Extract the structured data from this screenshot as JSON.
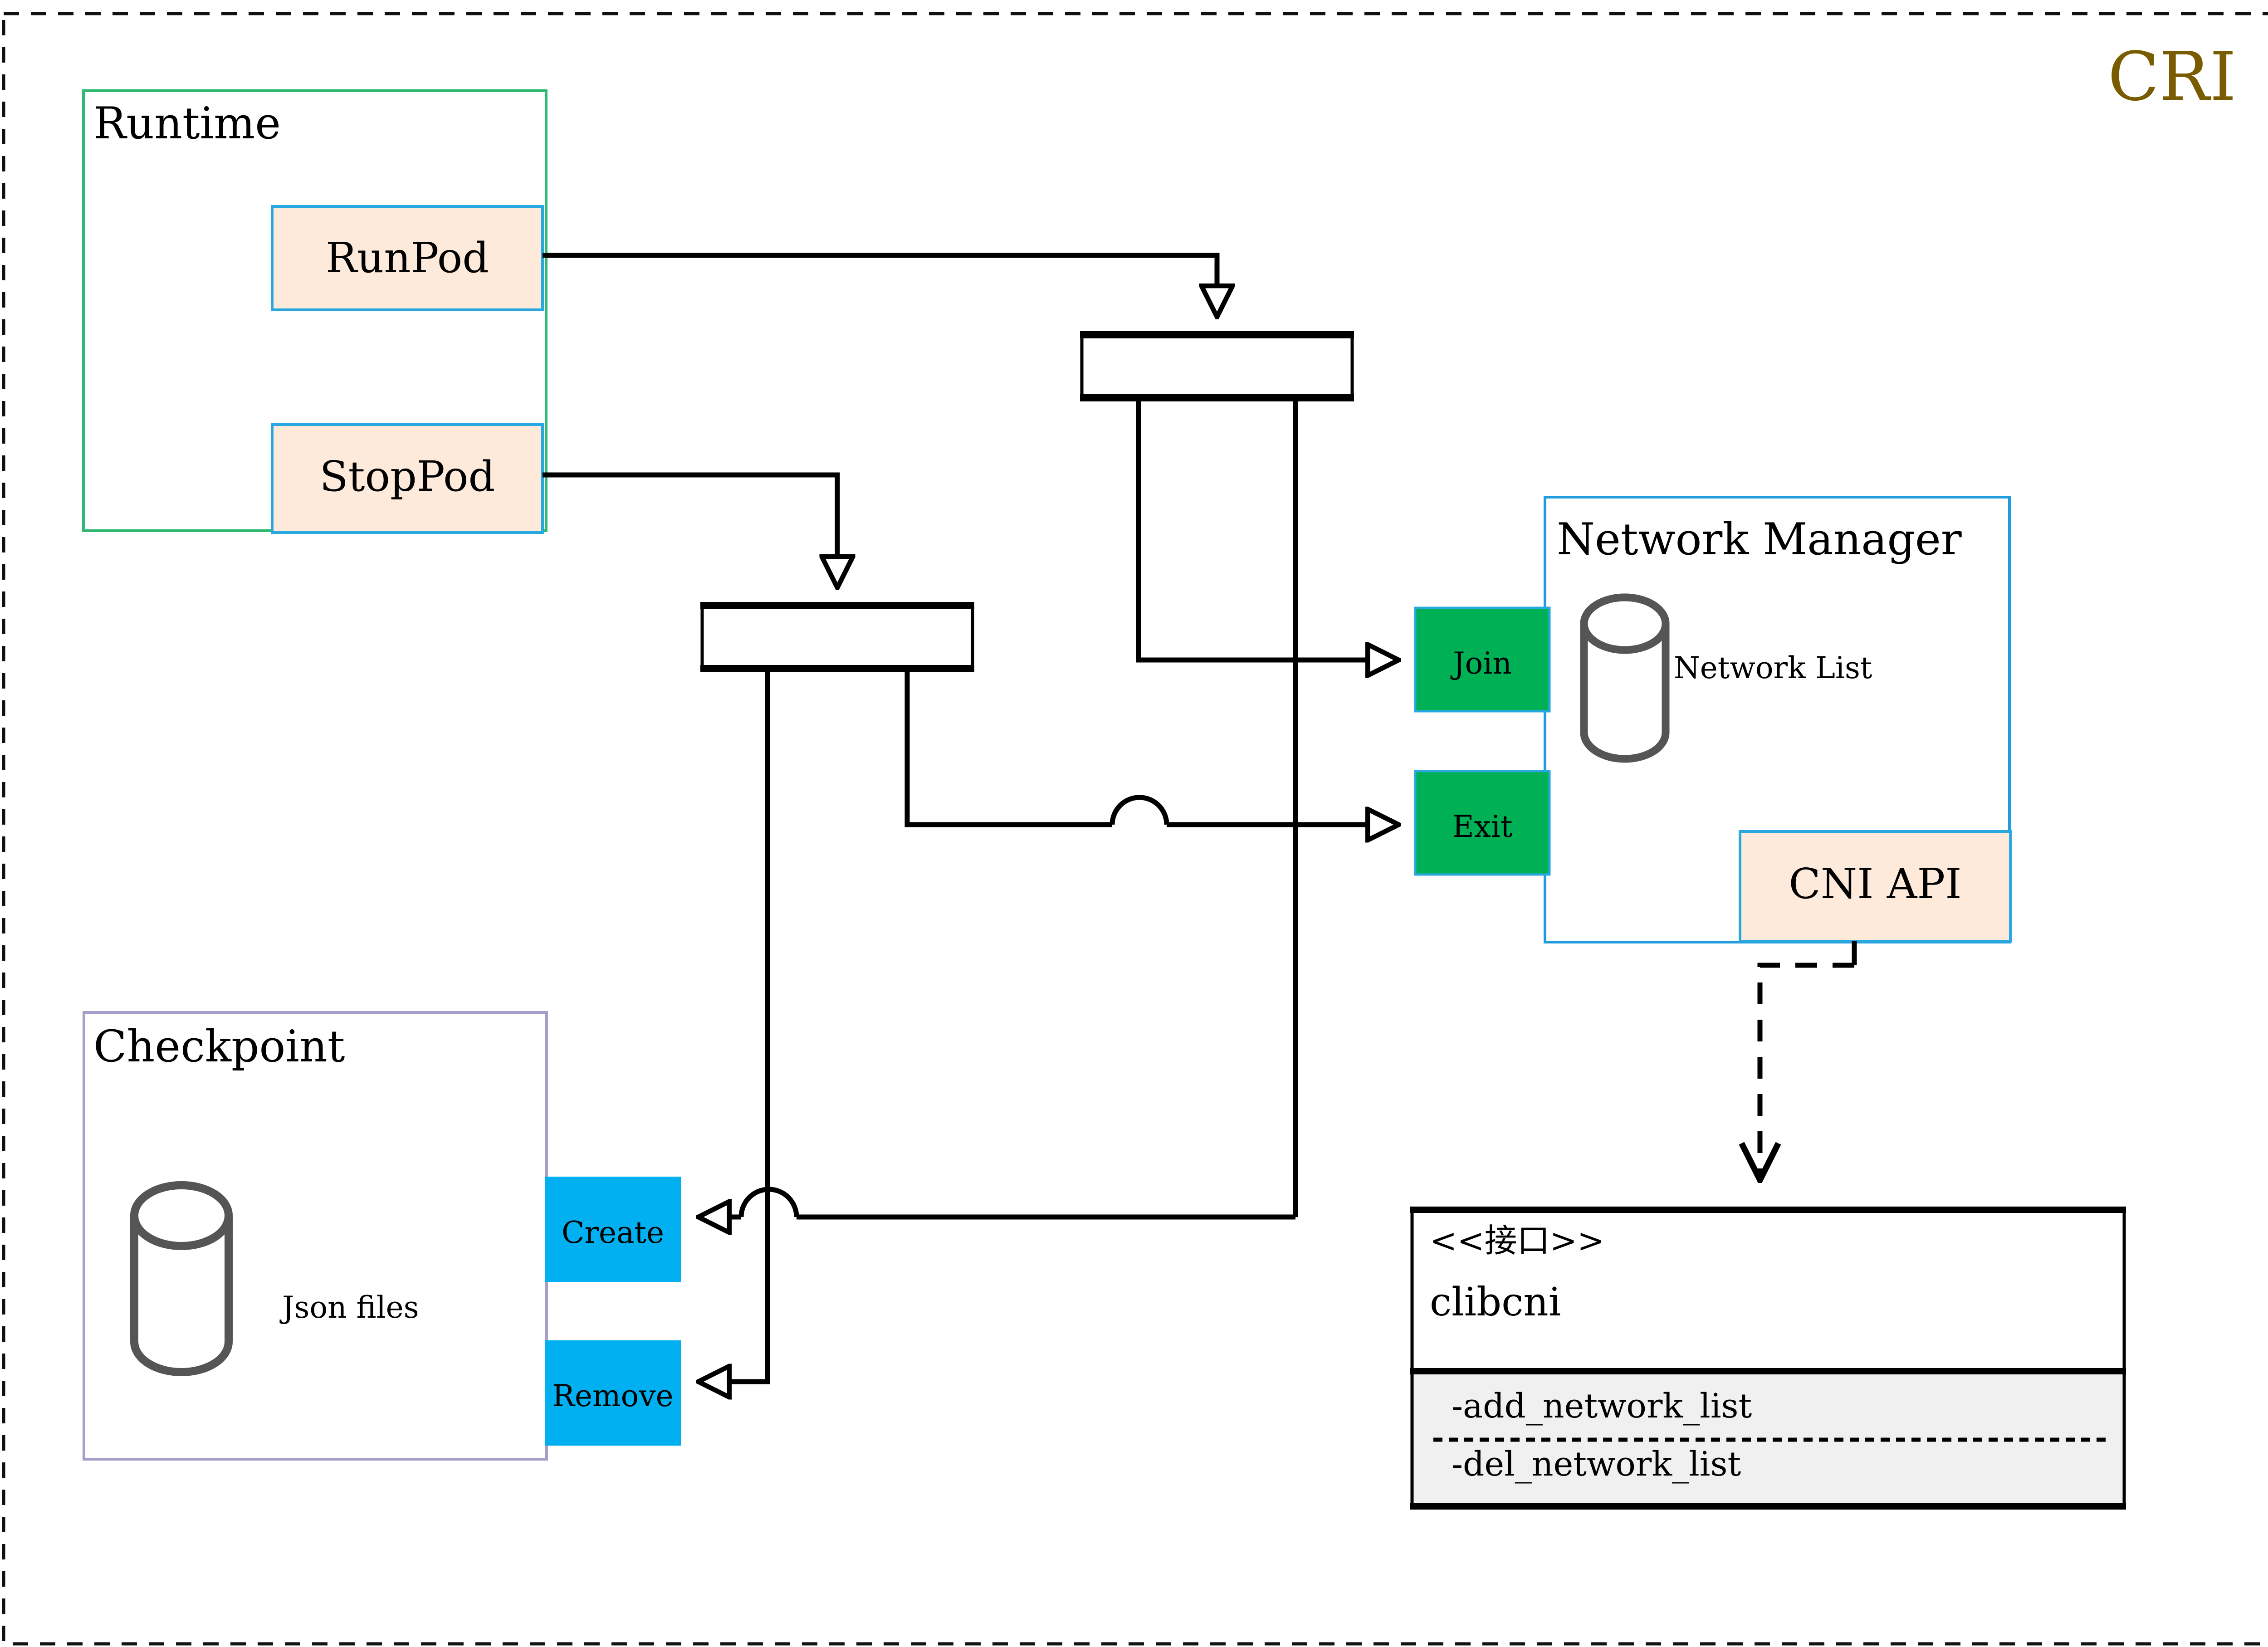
{
  "diagram": {
    "title": "CRI",
    "title_color": "#7a5c00",
    "frame": {
      "style": "dashed",
      "color": "#111111"
    }
  },
  "groups": {
    "runtime": {
      "label": "Runtime",
      "border_color": "#2eb872",
      "fill": "#ffffff"
    },
    "checkpoint": {
      "label": "Checkpoint",
      "border_color": "#a89cc8",
      "fill": "#ffffff",
      "store_label": "Json files"
    },
    "network_manager": {
      "label": "Network Manager",
      "border_color": "#1f9bde",
      "fill": "#ffffff",
      "store_label": "Network List"
    }
  },
  "nodes": {
    "run_pod": {
      "label": "RunPod",
      "fill": "#fdeadb",
      "border": "#29a8e0"
    },
    "stop_pod": {
      "label": "StopPod",
      "fill": "#fdeadb",
      "border": "#29a8e0"
    },
    "join": {
      "label": "Join",
      "fill": "#00b055",
      "border": "#29a8e0"
    },
    "exit": {
      "label": "Exit",
      "fill": "#00b055",
      "border": "#29a8e0"
    },
    "cni_api": {
      "label": "CNI API",
      "fill": "#fdeadb",
      "border": "#29a8e0"
    },
    "create": {
      "label": "Create",
      "fill": "#00b0f0",
      "border": "#00b0f0"
    },
    "remove": {
      "label": "Remove",
      "fill": "#00b0f0",
      "border": "#00b0f0"
    }
  },
  "bars": {
    "top": {
      "label": ""
    },
    "bottom": {
      "label": ""
    }
  },
  "interface": {
    "stereotype": "<<接口>>",
    "name": "clibcni",
    "header_fill": "#ffffff",
    "ops_fill": "#f0f0f0",
    "operations": [
      "-add_network_list",
      "-del_network_list"
    ]
  }
}
